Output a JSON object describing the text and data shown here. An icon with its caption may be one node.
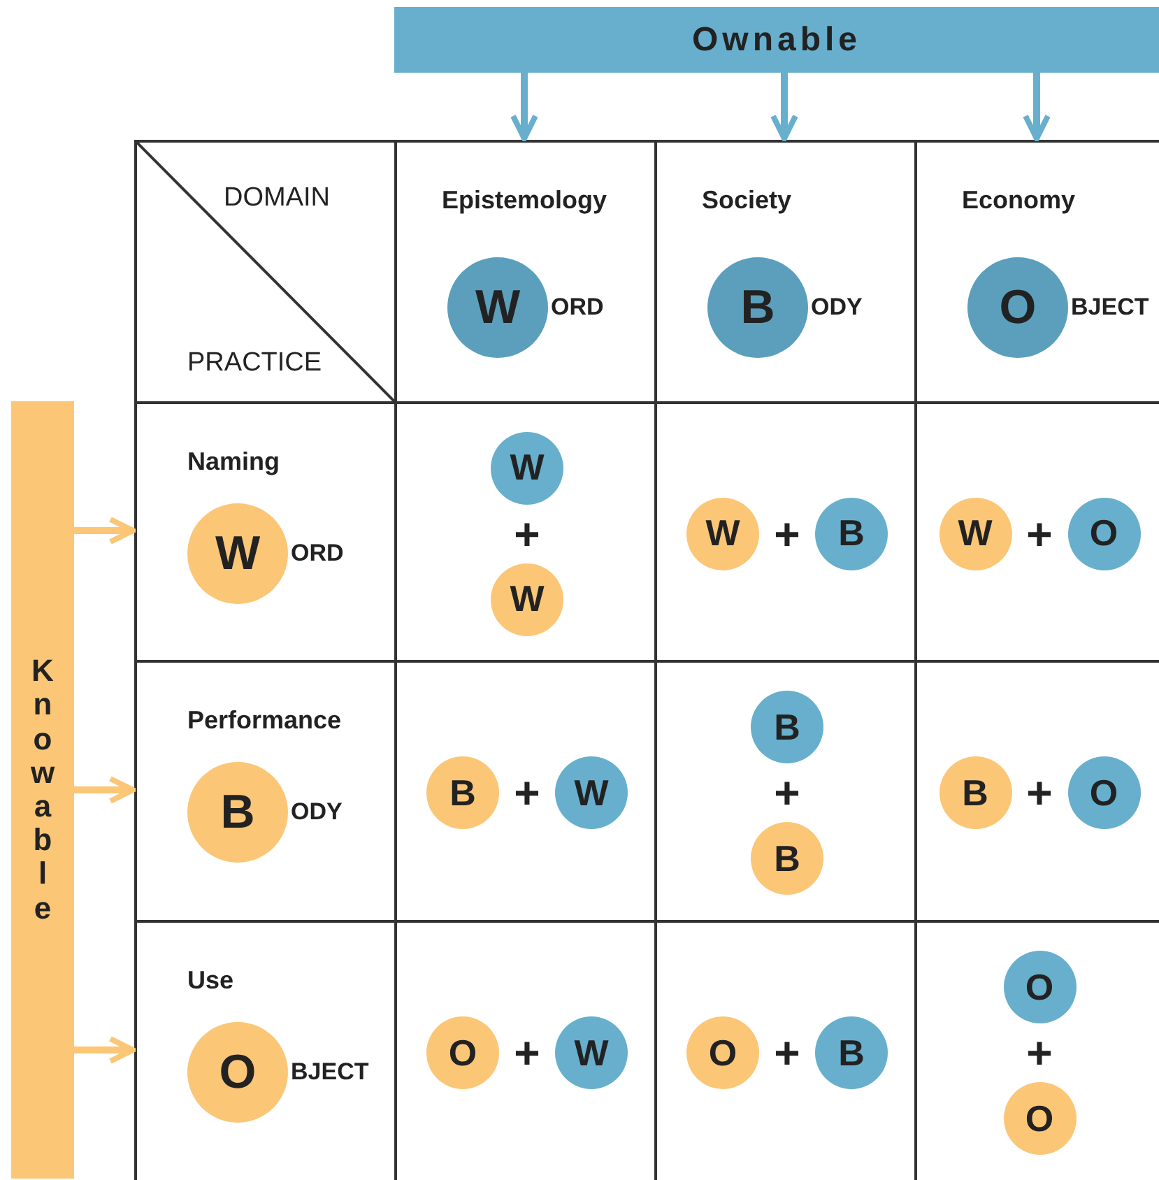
{
  "diagram": {
    "nodes": [
      {
        "text": [
          "Ownable"
        ]
      },
      {
        "text": [
          "Knowable"
        ]
      },
      {
        "text": [
          "DOMAIN",
          "PRACTICE"
        ]
      },
      {
        "text": [
          "Epistemology"
        ]
      },
      {
        "text": [
          "W"
        ],
        "in": 3,
        "beside": [
          "ORD"
        ]
      },
      {
        "text": [
          "Society"
        ]
      },
      {
        "text": [
          "B"
        ],
        "in": 5,
        "beside": [
          "ODY"
        ]
      },
      {
        "text": [
          "Economy"
        ]
      },
      {
        "text": [
          "O"
        ],
        "in": 7,
        "beside": [
          "BJECT"
        ]
      },
      {
        "text": [
          "Naming"
        ]
      },
      {
        "text": [
          "W"
        ],
        "in": 9,
        "beside": [
          "ORD"
        ]
      },
      {
        "text": [],
        "shape": "box"
      },
      {
        "text": [
          "W"
        ],
        "in": 11
      },
      {
        "text": [
          "W"
        ],
        "in": 11
      },
      {
        "text": [],
        "shape": "box"
      },
      {
        "text": [
          "W"
        ],
        "in": 14
      },
      {
        "text": [
          "B"
        ],
        "in": 14
      },
      {
        "text": [],
        "shape": "box"
      },
      {
        "text": [
          "W"
        ],
        "in": 17
      },
      {
        "text": [
          "O"
        ],
        "in": 17
      },
      {
        "text": [
          "Performance"
        ]
      },
      {
        "text": [
          "B"
        ],
        "in": 20,
        "beside": [
          "ODY"
        ]
      },
      {
        "text": [],
        "shape": "box"
      },
      {
        "text": [
          "B"
        ],
        "in": 22
      },
      {
        "text": [
          "W"
        ],
        "in": 22
      },
      {
        "text": [],
        "shape": "box"
      },
      {
        "text": [
          "B"
        ],
        "in": 25
      },
      {
        "text": [
          "B"
        ],
        "in": 25
      },
      {
        "text": [],
        "shape": "box"
      },
      {
        "text": [
          "B"
        ],
        "in": 28
      },
      {
        "text": [
          "O"
        ],
        "in": 28
      },
      {
        "text": [
          "Use"
        ]
      },
      {
        "text": [
          "O"
        ],
        "in": 31,
        "beside": [
          "BJECT"
        ]
      },
      {
        "text": [],
        "shape": "box"
      },
      {
        "text": [
          "O"
        ],
        "in": 33
      },
      {
        "text": [
          "W"
        ],
        "in": 33
      },
      {
        "text": [],
        "shape": "box"
      },
      {
        "text": [
          "O"
        ],
        "in": 36
      },
      {
        "text": [
          "B"
        ],
        "in": 36
      },
      {
        "text": [],
        "shape": "box"
      },
      {
        "text": [
          "O"
        ],
        "in": 39
      },
      {
        "text": [
          "O"
        ],
        "in": 39
      }
    ],
    "edges": [
      {
        "from": 0,
        "to": 3,
        "arrow": "to",
        "color": "#67afcd"
      },
      {
        "from": 0,
        "to": 5,
        "arrow": "to",
        "color": "#67afcd"
      },
      {
        "from": 0,
        "to": 7,
        "arrow": "to",
        "color": "#67afcd"
      },
      {
        "from": 1,
        "to": 9,
        "arrow": "to",
        "color": "#fbc676"
      },
      {
        "from": 1,
        "to": 20,
        "arrow": "to",
        "color": "#fbc676"
      },
      {
        "from": 1,
        "to": 31,
        "arrow": "to",
        "color": "#fbc676"
      }
    ],
    "labels": [
      "+",
      "+",
      "+",
      "+",
      "+",
      "+",
      "+",
      "+",
      "+"
    ]
  }
}
